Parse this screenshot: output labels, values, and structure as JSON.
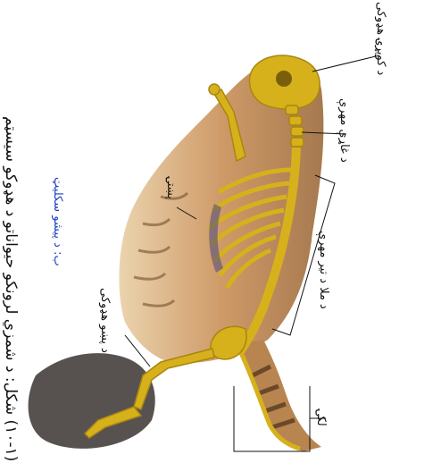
{
  "figure": {
    "caption": "(۱۰-۱) شکل: د شمزي لرونکو حیواناتو د هډوکو سیسټم",
    "subcaption": "ب: د پیشو سکلیټ"
  },
  "labels": {
    "skull": "د کوپړۍ هډوکی",
    "neck_vertebrae": "د غاړې مهرې",
    "ribs": "پښتۍ",
    "back_vertebrae": "د ملا د تیر مهرې",
    "hip_bone": "د پښو هډوکی",
    "tail": "لکۍ"
  },
  "colors": {
    "bone": "#d6b11c",
    "bone_dark": "#a8860f",
    "fur": "#c98f57",
    "fur_dark": "#7a5230",
    "rib_shadow": "#55507a",
    "label_blue": "#1c3fc7",
    "leader_line": "#111111"
  }
}
